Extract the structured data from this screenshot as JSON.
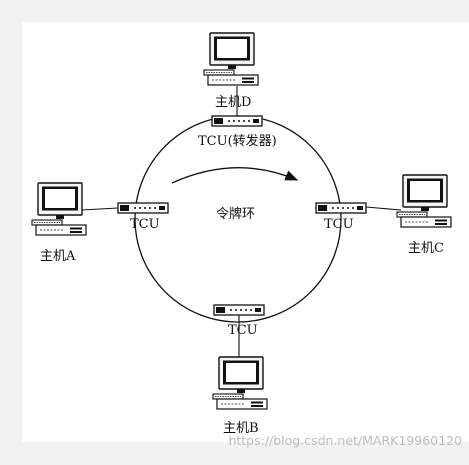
{
  "diagram": {
    "ring_label": "令牌环",
    "hosts": [
      {
        "id": "D",
        "label": "主机D"
      },
      {
        "id": "A",
        "label": "主机A"
      },
      {
        "id": "B",
        "label": "主机B"
      },
      {
        "id": "C",
        "label": "主机C"
      }
    ],
    "tcus": {
      "top": "TCU(转发器)",
      "left": "TCU",
      "right": "TCU",
      "bottom": "TCU"
    },
    "watermark": "https://blog.csdn.net/MARK19960120"
  }
}
